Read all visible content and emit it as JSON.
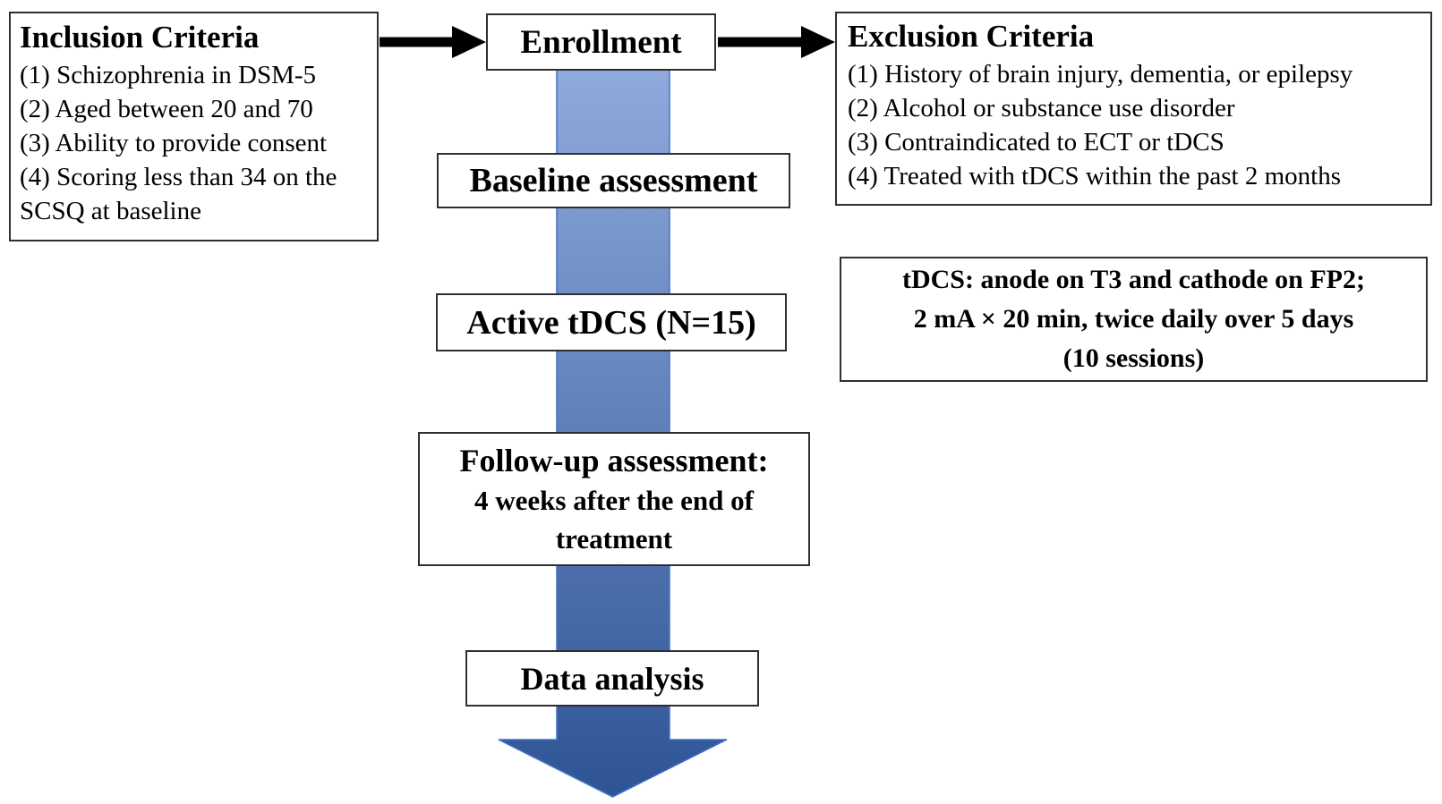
{
  "diagram": {
    "inclusion": {
      "title": "Inclusion Criteria",
      "items": [
        "(1) Schizophrenia in DSM-5",
        "(2) Aged between 20 and 70",
        "(3) Ability to provide consent",
        "(4) Scoring less than 34 on the SCSQ at baseline"
      ]
    },
    "enrollment": {
      "label": "Enrollment"
    },
    "exclusion": {
      "title": "Exclusion Criteria",
      "items": [
        "(1) History of brain injury, dementia, or epilepsy",
        "(2) Alcohol or substance use disorder",
        "(3) Contraindicated to ECT or tDCS",
        "(4) Treated with tDCS within the past 2 months"
      ]
    },
    "steps": {
      "baseline": "Baseline assessment",
      "active": "Active tDCS (N=15)",
      "followup_line1": "Follow-up assessment:",
      "followup_line2": "4 weeks after the end of",
      "followup_line3": "treatment",
      "analysis": "Data analysis"
    },
    "tdcs_note": {
      "line1": "tDCS: anode on T3 and cathode on FP2;",
      "line2": "2 mA × 20 min, twice daily over 5 days",
      "line3": "(10 sessions)"
    },
    "colors": {
      "arrow_top": "#8FAADC",
      "arrow_bottom": "#2E5496",
      "arrow_border": "#4472C4",
      "connector": "#000000",
      "box_border": "#2F2F2F"
    }
  }
}
